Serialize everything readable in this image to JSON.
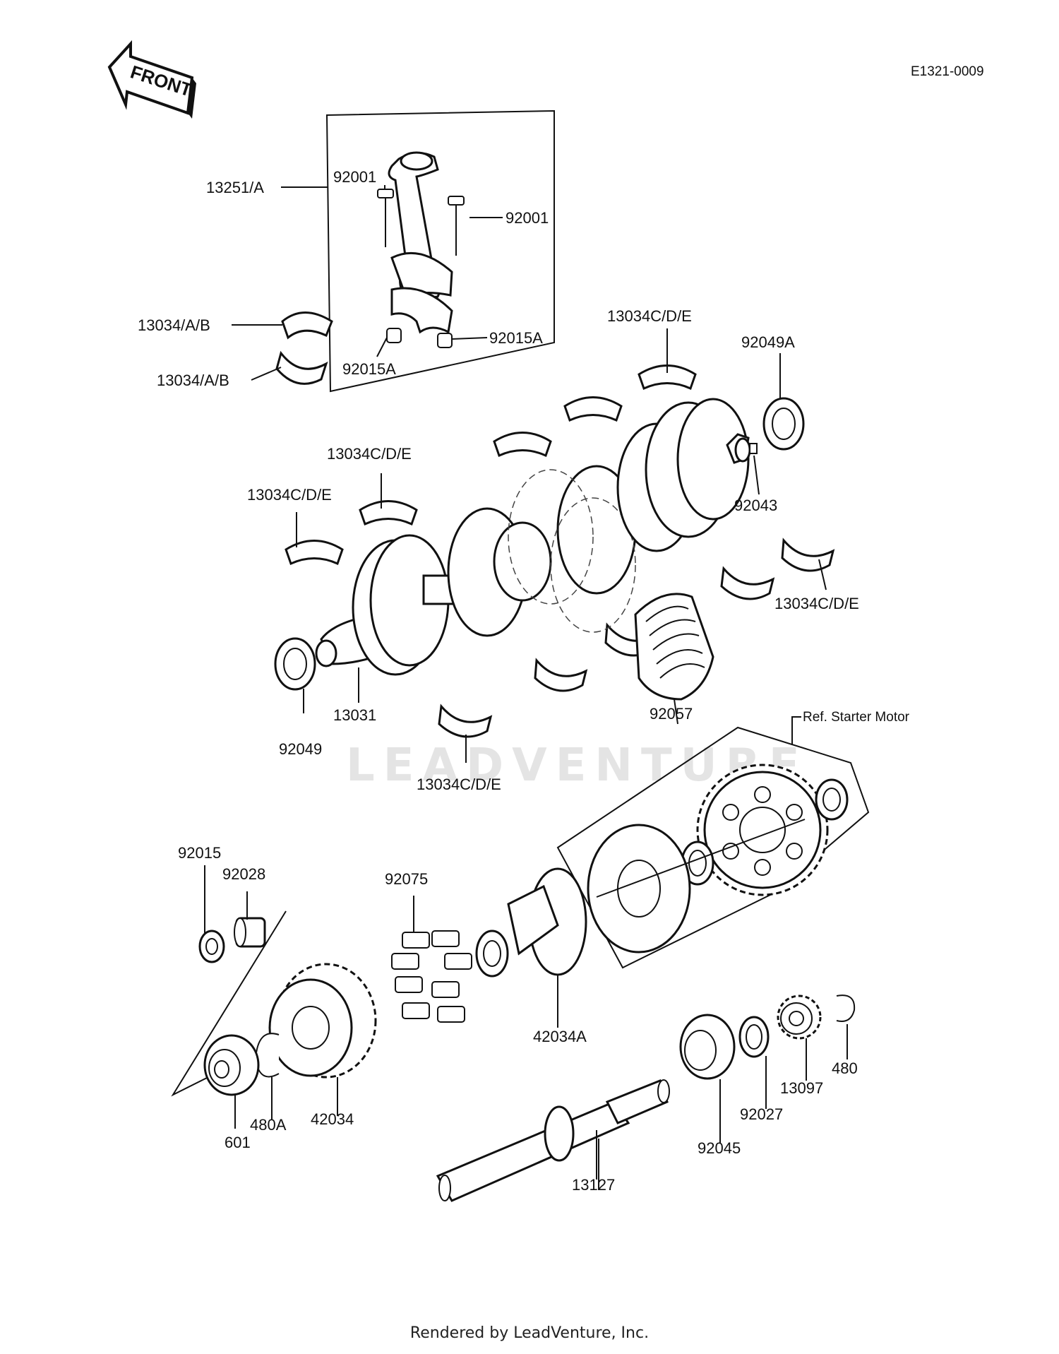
{
  "diagram_code": "E1321-0009",
  "front_label": "FRONT",
  "watermark": "LEADVENTURE",
  "ref_note": "Ref. Starter Motor",
  "footer": "Rendered by LeadVenture, Inc.",
  "labels": {
    "rod_assembly": "13251/A",
    "rod_bolt_left": "92001",
    "rod_bolt_right": "92001",
    "rod_bearing_upper": "13034/A/B",
    "rod_bearing_lower": "13034/A/B",
    "rod_nut_left": "92015A",
    "rod_nut_right": "92015A",
    "main_bearing_top": "13034C/D/E",
    "main_bearing_mid": "13034C/D/E",
    "main_bearing_left": "13034C/D/E",
    "main_bearing_right": "13034C/D/E",
    "main_bearing_bottom": "13034C/D/E",
    "oil_seal_right": "92049A",
    "pin": "92043",
    "oil_seal_left": "92049",
    "crankshaft": "13031",
    "chain": "92057",
    "nut": "92015",
    "collar": "92028",
    "damper": "92075",
    "hub": "42034A",
    "bearing_601": "601",
    "circlip_480a": "480A",
    "gear_42034": "42034",
    "output_shaft": "13127",
    "bearing_92045": "92045",
    "collar_92027": "92027",
    "sprocket": "13097",
    "circlip_480": "480"
  }
}
